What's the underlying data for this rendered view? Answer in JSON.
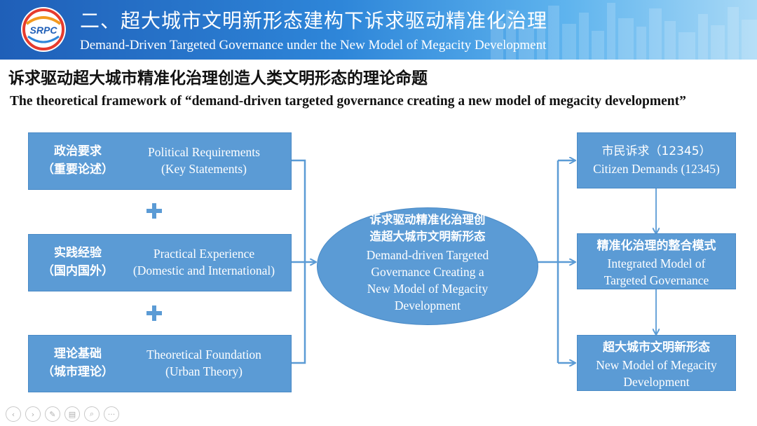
{
  "banner": {
    "logo_text": "SRPC",
    "title_cn": "二、超大城市文明新形态建构下诉求驱动精准化治理",
    "title_en": "Demand-Driven Targeted Governance under the New Model of Megacity Development"
  },
  "heading": {
    "cn": "诉求驱动超大城市精准化治理创造人类文明形态的理论命题",
    "en": "The theoretical framework of “demand-driven targeted governance creating a new model of megacity development”"
  },
  "inputs": [
    {
      "cn1": "政治要求",
      "cn2": "（重要论述）",
      "en1": "Political Requirements",
      "en2": "(Key Statements)"
    },
    {
      "cn1": "实践经验",
      "cn2": "（国内国外）",
      "en1": "Practical Experience",
      "en2": "(Domestic and International)"
    },
    {
      "cn1": "理论基础",
      "cn2": "（城市理论）",
      "en1": "Theoretical Foundation",
      "en2": "(Urban Theory)"
    }
  ],
  "center": {
    "cn1": "诉求驱动精准化治理创",
    "cn2": "造超大城市文明新形态",
    "en1": "Demand-driven Targeted",
    "en2": "Governance Creating a",
    "en3": "New Model of Megacity",
    "en4": "Development"
  },
  "outputs": [
    {
      "cn": "市民诉求（12345）",
      "en1": "Citizen Demands (12345)",
      "en2": ""
    },
    {
      "cn": "精准化治理的整合模式",
      "en1": "Integrated Model of",
      "en2": "Targeted Governance"
    },
    {
      "cn": "超大城市文明新形态",
      "en1": "New Model of Megacity",
      "en2": "Development"
    }
  ],
  "colors": {
    "box_fill": "#5b9bd5",
    "connector": "#5b9bd5",
    "banner_start": "#1f5fb8",
    "banner_end": "#a9d9f6"
  },
  "controls": {
    "prev": "‹",
    "next": "›",
    "pen": "✎",
    "slides": "▤",
    "zoom": "⌕",
    "more": "···"
  }
}
